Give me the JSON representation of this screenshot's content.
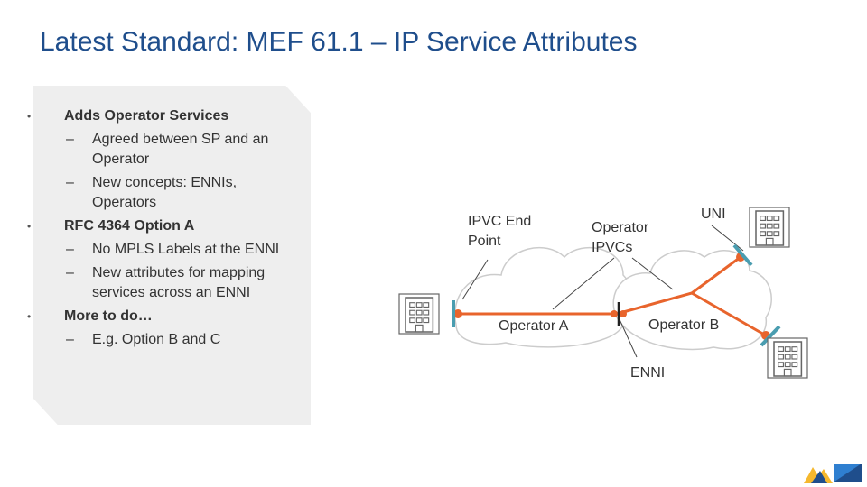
{
  "title": "Latest Standard: MEF 61.1 – IP Service Attributes",
  "bullets": [
    {
      "text": "Adds Operator Services",
      "subs": [
        "Agreed between SP and an Operator",
        "New concepts: ENNIs, Operators"
      ]
    },
    {
      "text": "RFC 4364 Option A",
      "subs": [
        "No MPLS Labels at the ENNI",
        "New attributes for mapping services across an ENNI"
      ]
    },
    {
      "text": "More to do…",
      "subs": [
        "E.g. Option B and C"
      ]
    }
  ],
  "bullet_glyph": "•",
  "dash_glyph": "–",
  "diagram": {
    "ipvc_end_point": "IPVC End Point",
    "operator_ipvcs": "Operator IPVCs",
    "uni": "UNI",
    "operator_a": "Operator A",
    "operator_b": "Operator B",
    "enni": "ENNI",
    "icons": [
      "building-icon",
      "building-icon",
      "building-icon"
    ]
  },
  "colors": {
    "title": "#1f4e8c",
    "link": "#e8642c",
    "endpoint": "#4a9db0",
    "panel": "#eeeeee"
  }
}
